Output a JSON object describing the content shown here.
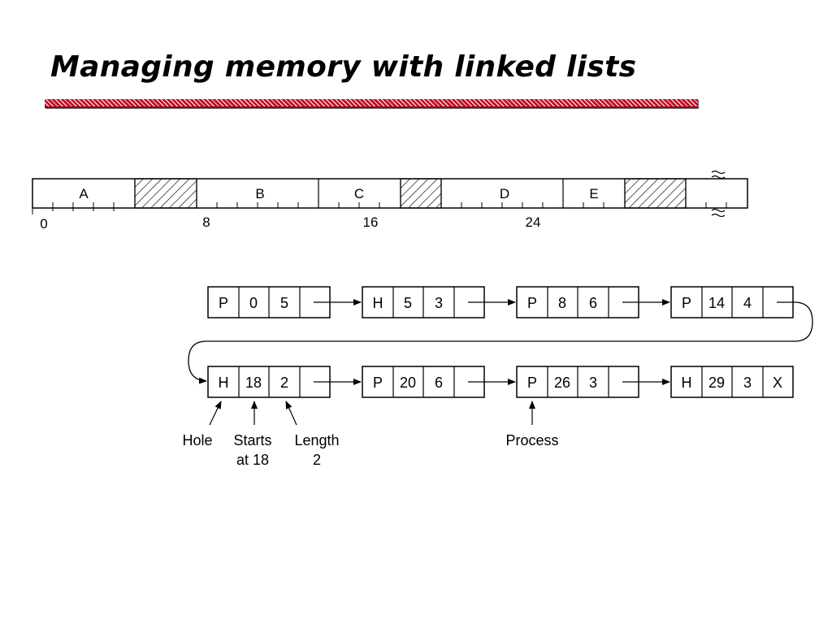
{
  "title": "Managing memory with linked lists",
  "memory_bar": {
    "segments": [
      {
        "label": "A",
        "type": "process"
      },
      {
        "label": "",
        "type": "hole"
      },
      {
        "label": "B",
        "type": "process"
      },
      {
        "label": "C",
        "type": "process"
      },
      {
        "label": "",
        "type": "hole"
      },
      {
        "label": "D",
        "type": "process"
      },
      {
        "label": "E",
        "type": "process"
      },
      {
        "label": "",
        "type": "hole"
      },
      {
        "label": "",
        "type": "unused"
      }
    ],
    "scale": [
      "0",
      "8",
      "16",
      "24"
    ]
  },
  "linked_list": {
    "row1": [
      [
        "P",
        "0",
        "5",
        ""
      ],
      [
        "H",
        "5",
        "3",
        ""
      ],
      [
        "P",
        "8",
        "6",
        ""
      ],
      [
        "P",
        "14",
        "4",
        ""
      ]
    ],
    "row2": [
      [
        "H",
        "18",
        "2",
        ""
      ],
      [
        "P",
        "20",
        "6",
        ""
      ],
      [
        "P",
        "26",
        "3",
        ""
      ],
      [
        "H",
        "29",
        "3",
        "X"
      ]
    ]
  },
  "annotations": {
    "hole": "Hole",
    "starts_line1": "Starts",
    "starts_line2": "at 18",
    "length_line1": "Length",
    "length_line2": "2",
    "process": "Process"
  }
}
